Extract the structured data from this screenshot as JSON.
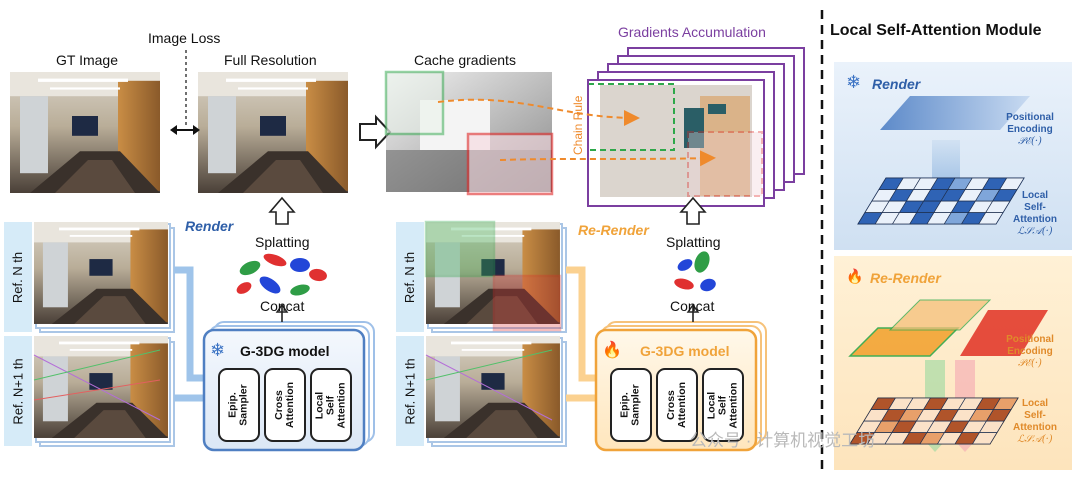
{
  "top": {
    "gt_image": "GT Image",
    "image_loss": "Image Loss",
    "full_resolution": "Full Resolution",
    "cache_gradients": "Cache gradients",
    "gradients_accumulation": "Gradients Accumulation",
    "chain_rule": "Chain Rule"
  },
  "left_pipeline": {
    "mode": "Render",
    "ref_n": "Ref. N th",
    "ref_n1": "Ref. N+1 th",
    "splatting": "Splatting",
    "concat": "Concat",
    "model_title": "G-3DG model",
    "modules": [
      "Epip. Sampler",
      "Cross Attention",
      "Local Self Attention"
    ]
  },
  "middle_pipeline": {
    "mode": "Re-Render",
    "ref_n": "Ref. N th",
    "ref_n1": "Ref. N+1 th",
    "splatting": "Splatting",
    "concat": "Concat",
    "model_title": "G-3DG model",
    "modules": [
      "Epip. Sampler",
      "Cross Attention",
      "Local Self Attention"
    ]
  },
  "side_panel": {
    "title": "Local Self-Attention Module",
    "render_label": "Render",
    "rerender_label": "Re-Render",
    "pe_line1": "Positional",
    "pe_line2": "Encoding",
    "pe_math": "𝒫ℰ(·)",
    "lsa_line1": "Local",
    "lsa_line2": "Self-",
    "lsa_line3": "Attention",
    "lsa_math": "ℒ𝒮𝒜(·)"
  },
  "watermark": "公众号 · 计算机视觉工坊",
  "colors": {
    "render_blue": "#2f5fa8",
    "rerender_orange": "#f0a33a",
    "accum_purple": "#7b3fa0",
    "crop_green": "#2ea84a",
    "crop_red": "#e02828",
    "chain_orange": "#ef8a2c"
  },
  "icons": [
    "snowflake-icon",
    "flame-icon",
    "image-loss-arrow-icon",
    "up-arrow-icon"
  ]
}
